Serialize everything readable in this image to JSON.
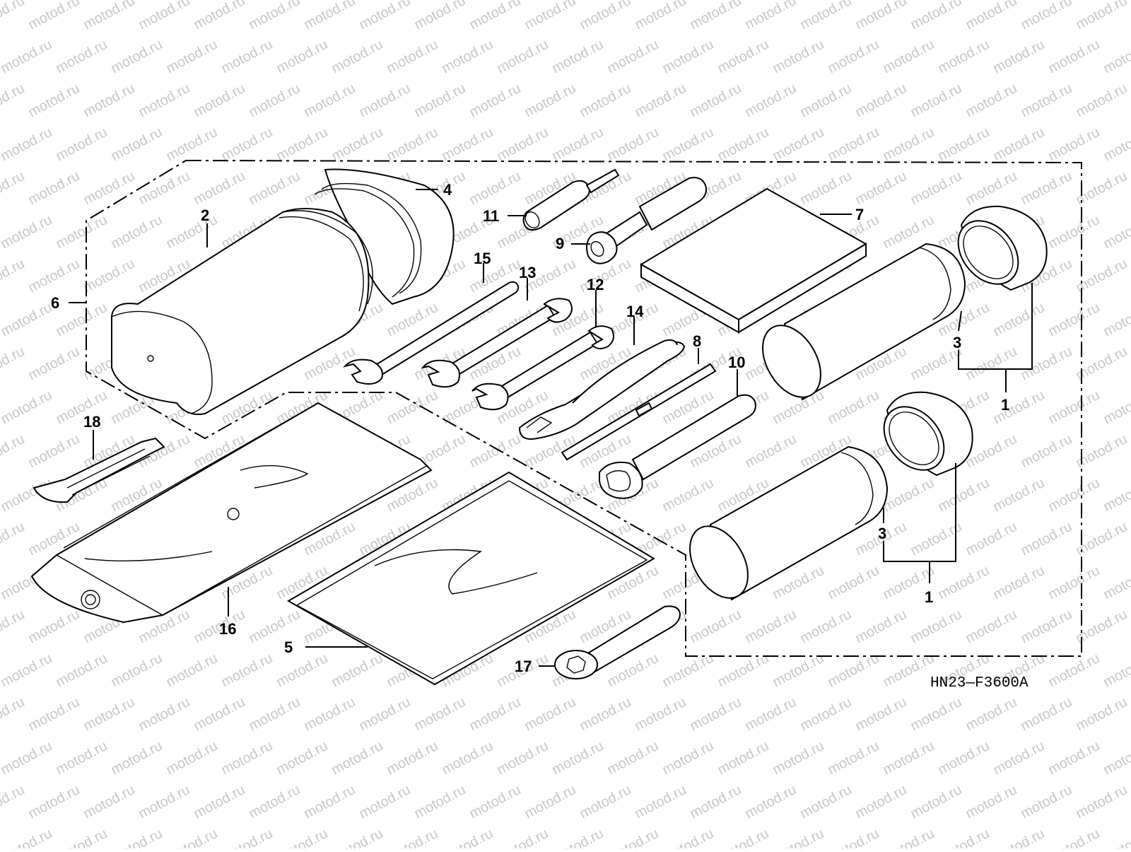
{
  "watermark": "motod.ru",
  "diagram_code": "HN23—F3600A",
  "callouts": {
    "c1a": "1",
    "c1b": "1",
    "c2": "2",
    "c3a": "3",
    "c3b": "3",
    "c4": "4",
    "c5": "5",
    "c6": "6",
    "c7": "7",
    "c8": "8",
    "c9": "9",
    "c10": "10",
    "c11": "11",
    "c12": "12",
    "c13": "13",
    "c14": "14",
    "c15": "15",
    "c16": "16",
    "c17": "17",
    "c18": "18"
  },
  "colors": {
    "line": "#000000",
    "watermark": "#c8c8c8",
    "background": "#ffffff"
  }
}
